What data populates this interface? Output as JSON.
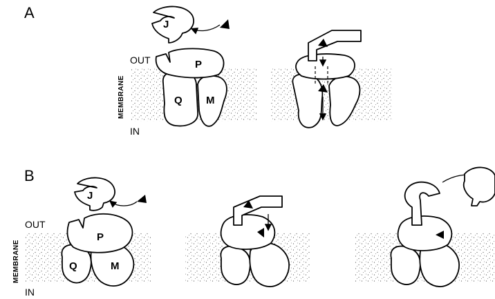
{
  "panels": [
    {
      "label": "A",
      "out": "OUT",
      "membrane": "MEMBRANE",
      "in": "IN"
    },
    {
      "label": "B",
      "out": "OUT",
      "membrane": "MEMBRANE",
      "in": "IN"
    }
  ],
  "subunits": {
    "j": "J",
    "p": "P",
    "q": "Q",
    "m": "M"
  },
  "colors": {
    "stroke": "#000000",
    "fill": "#ffffff",
    "membrane_dots": "#555555"
  }
}
